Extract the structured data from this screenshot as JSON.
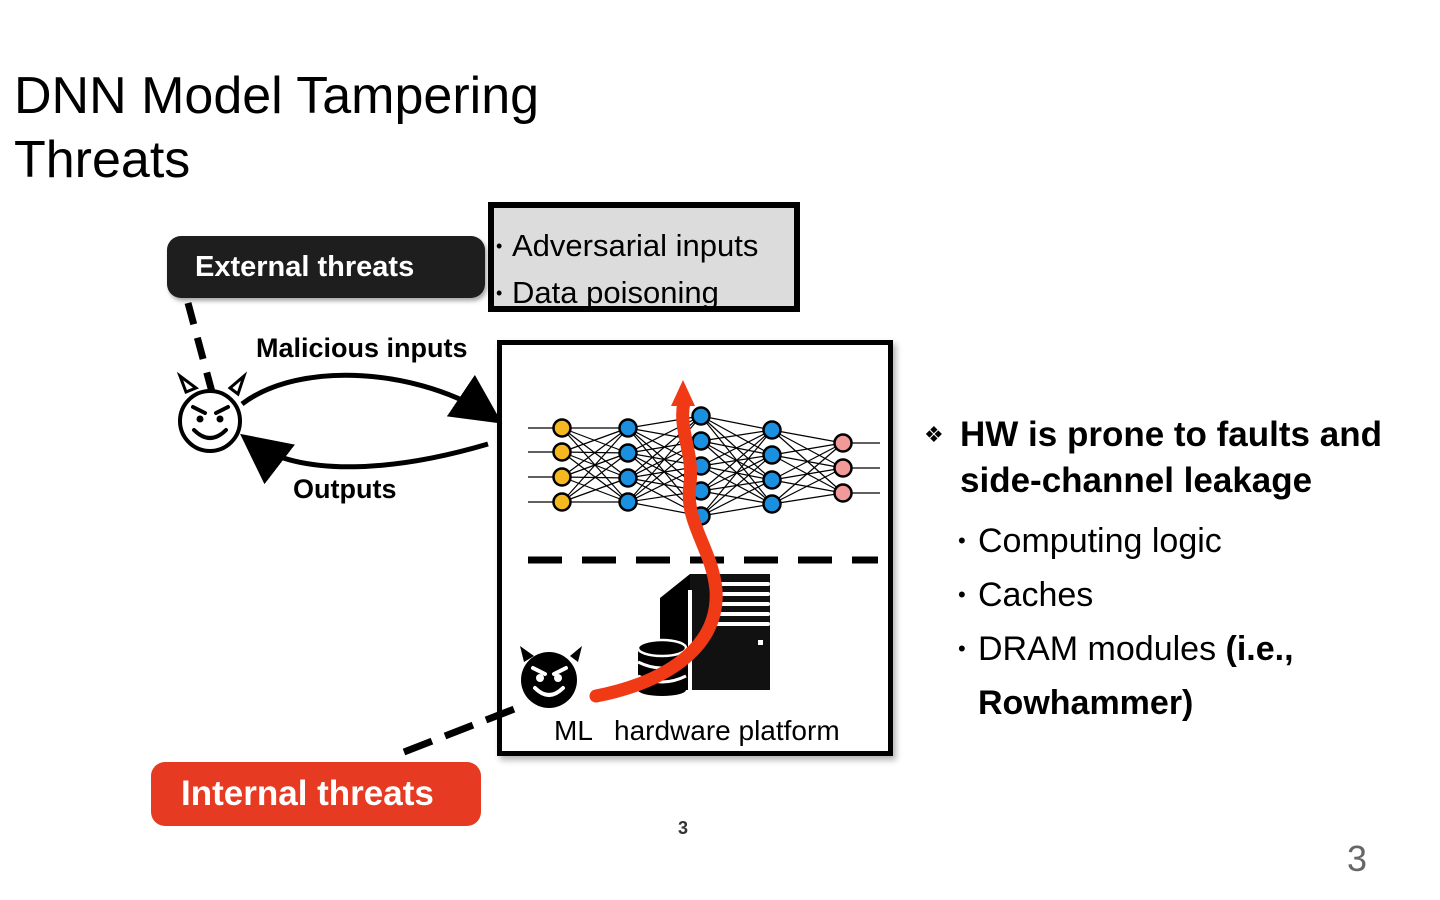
{
  "title": {
    "line1": "DNN Model Tampering",
    "line2": "Threats"
  },
  "external": {
    "pill_label": "External threats",
    "items": [
      "Adversarial inputs",
      "Data poisoning"
    ],
    "malicious_label": "Malicious inputs",
    "outputs_label": "Outputs"
  },
  "internal": {
    "pill_label": "Internal threats"
  },
  "platform": {
    "label_ml": "ML",
    "label_hw": "hardware platform"
  },
  "bullets": {
    "main": "HW is prone to faults and side-channel leakage",
    "subs": [
      "Computing logic",
      "Caches"
    ],
    "dram_normal": "DRAM modules ",
    "dram_bold": "(i.e.,",
    "dram_cont": "Rowhammer)"
  },
  "slide_number": "3",
  "colors": {
    "external_pill": "#1e1e1e",
    "internal_pill": "#e63a23",
    "arrow": "#f03a16",
    "input_nodes": "#f5b820",
    "hidden_nodes": "#1b8fe0",
    "output_nodes": "#f29a9a"
  }
}
